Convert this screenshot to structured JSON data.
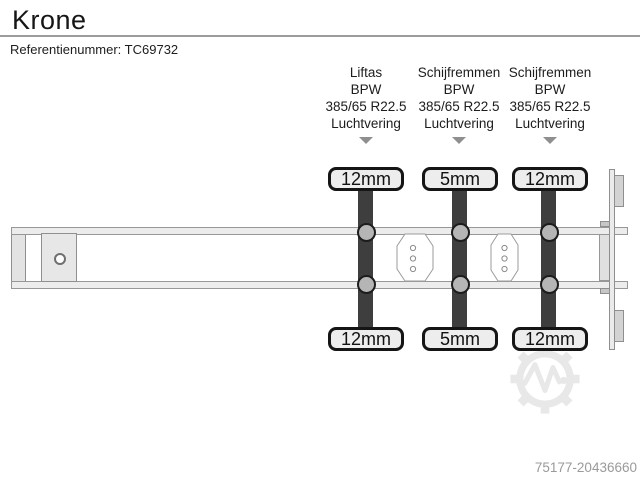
{
  "header": {
    "title": "Krone",
    "reference_label": "Referentienummer:",
    "reference_value": "TC69732"
  },
  "axles": [
    {
      "type": "Liftas",
      "brand": "BPW",
      "tire_size": "385/65 R22.5",
      "suspension": "Luchtvering",
      "tread_top": "12mm",
      "tread_bottom": "12mm"
    },
    {
      "type": "Schijfremmen",
      "brand": "BPW",
      "tire_size": "385/65 R22.5",
      "suspension": "Luchtvering",
      "tread_top": "5mm",
      "tread_bottom": "5mm"
    },
    {
      "type": "Schijfremmen",
      "brand": "BPW",
      "tire_size": "385/65 R22.5",
      "suspension": "Luchtvering",
      "tread_top": "12mm",
      "tread_bottom": "12mm"
    }
  ],
  "footer": {
    "listing_id": "75177-20436660"
  },
  "colors": {
    "axle_bar": "#3e3e3e",
    "frame_fill": "#ececec",
    "frame_border": "#979797",
    "hub_fill": "#b5b5b5",
    "header_rule": "#9c9c9c",
    "footer_text": "#9a9a9a",
    "watermark": "#e8e8e8"
  }
}
